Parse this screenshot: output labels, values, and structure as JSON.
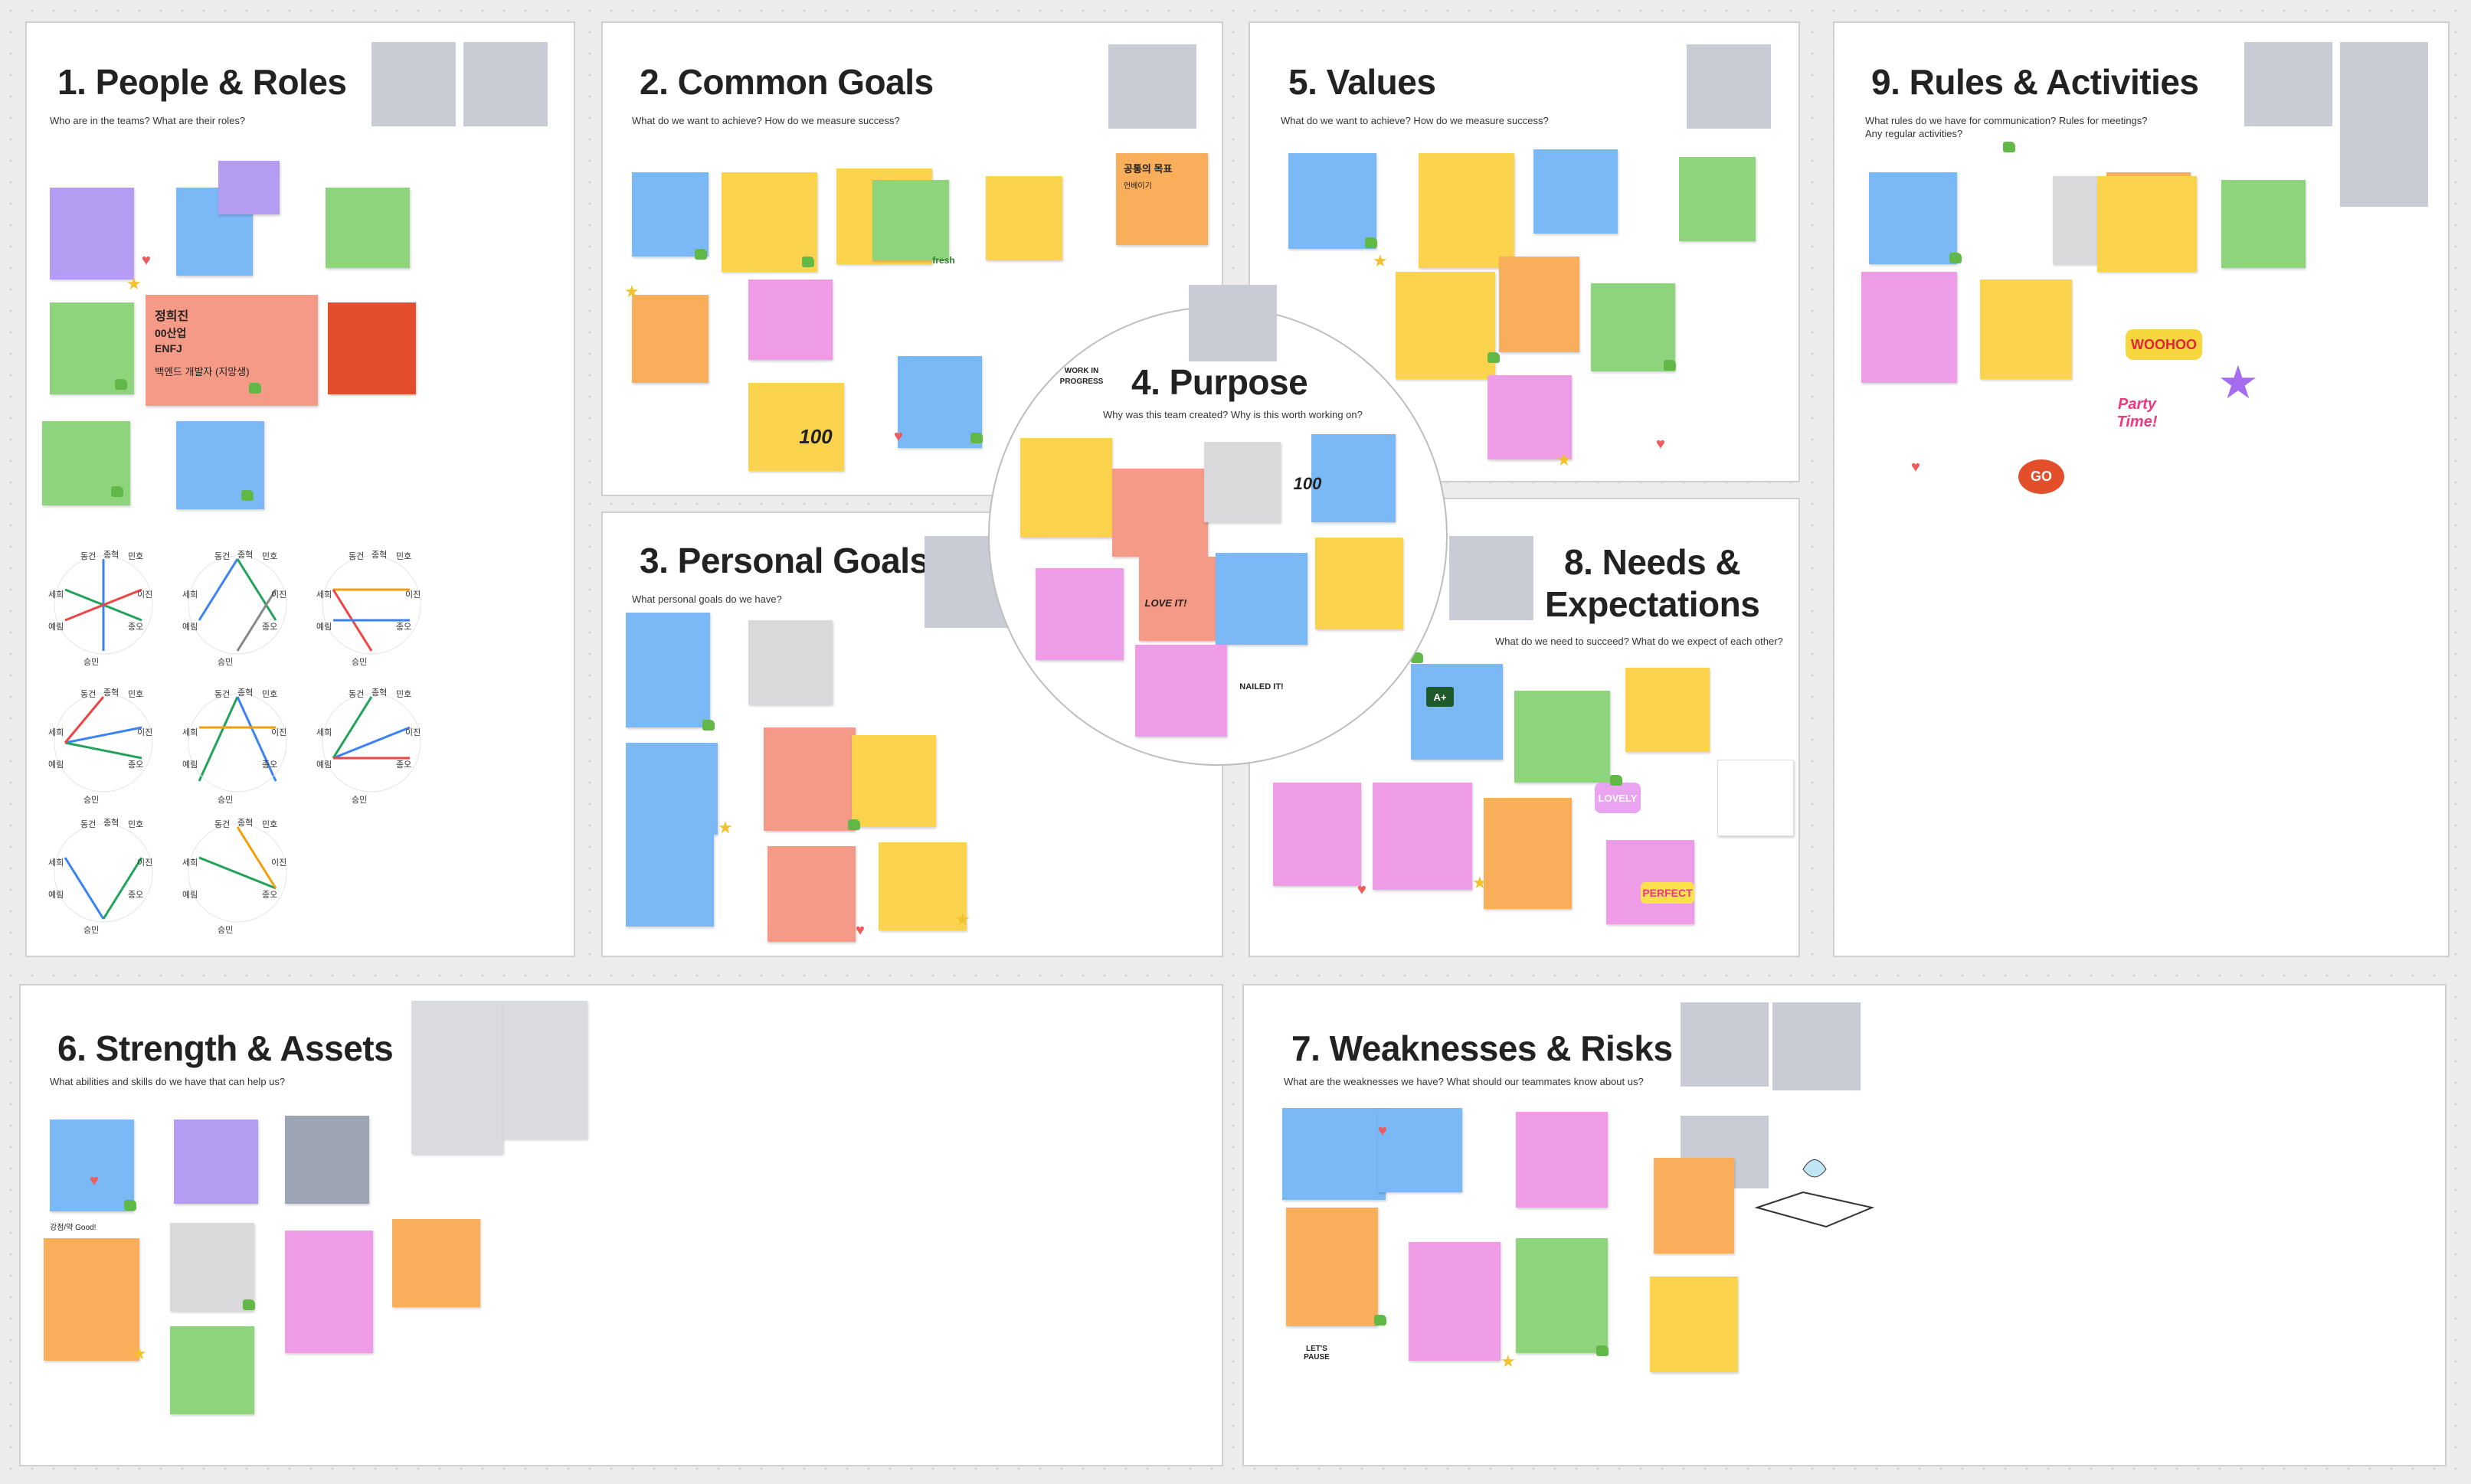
{
  "panels": {
    "p1": {
      "title": "1. People & Roles",
      "subtitle": "Who are in the teams? What are their roles?"
    },
    "p2": {
      "title": "2. Common Goals",
      "subtitle": "What do we want to achieve? How do we measure success?"
    },
    "p3": {
      "title": "3. Personal Goals",
      "subtitle": "What personal goals do we have?"
    },
    "p4": {
      "title": "4. Purpose",
      "subtitle": "Why was this team created? Why is this worth working on?"
    },
    "p5": {
      "title": "5. Values",
      "subtitle": "What do we want to achieve? How do we measure success?"
    },
    "p6": {
      "title": "6. Strength & Assets",
      "subtitle": "What abilities and skills do we have that can help us?"
    },
    "p7": {
      "title": "7. Weaknesses & Risks",
      "subtitle": "What are the weaknesses we have? What should our teammates know about us?"
    },
    "p8": {
      "title_line1": "8. Needs &",
      "title_line2": "Expectations",
      "subtitle": "What do we need to succeed? What do we expect of each other?"
    },
    "p9": {
      "title": "9. Rules & Activities",
      "subtitle_line1": "What rules do we have for communication? Rules for meetings?",
      "subtitle_line2": "Any regular activities?"
    }
  },
  "notes": {
    "profile_name": "정희진",
    "profile_org": "00산업",
    "profile_mbti": "ENFJ",
    "profile_role": "백엔드 개발자 (지망생)",
    "common_goal_title": "공통의 목표",
    "common_goal_item": "언베이기",
    "side_label_6": "강점/약 Good!",
    "wheel_labels": [
      "동건",
      "종혁",
      "민호",
      "세희",
      "이진",
      "예림",
      "승민",
      "종오"
    ]
  },
  "stickers": {
    "work_in_progress": "WORK IN PROGRESS",
    "love_it": "LOVE IT!",
    "nailed_it": "NAILED IT!",
    "hundred": "100",
    "woohoo": "WOOHOO",
    "party_time": "Party Time!",
    "lets_pause": "LET'S PAUSE",
    "fresh": "fresh",
    "perfect": "PERFECT",
    "lovely": "LOVELY",
    "go": "GO",
    "a_plus": "A+"
  },
  "colors": {
    "yellow": "#fbd34d",
    "orange": "#f8ae5a",
    "blue": "#7bb8f6",
    "green": "#8ed47d",
    "pink": "#ee9ce6",
    "purple": "#b49cf2",
    "gray": "#c7c9d1",
    "red": "#f49a86"
  }
}
